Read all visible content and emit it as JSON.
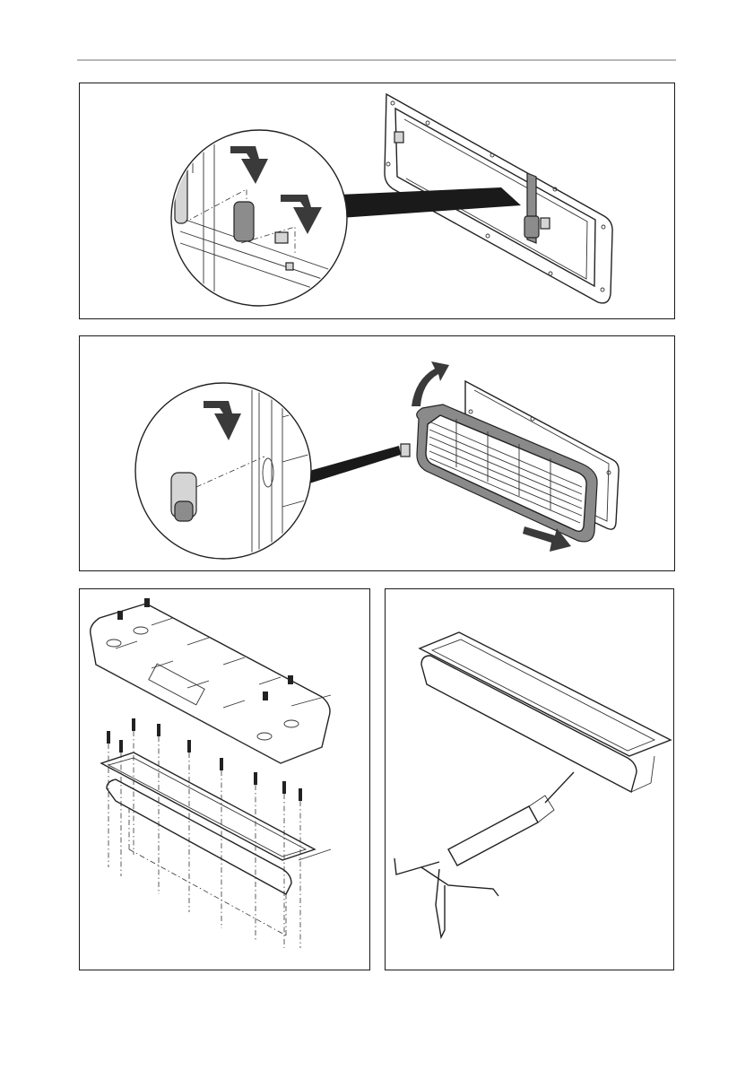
{
  "page": {
    "figures": [
      "step-hook-install",
      "step-grille-attach",
      "step-cover-screws",
      "step-sealant"
    ]
  },
  "colors": {
    "rule": "#b8b8b8",
    "line": "#222222",
    "grey_fill": "#d5d5d5",
    "dark_fill": "#8c8c8c",
    "arrow": "#3a3a3a"
  }
}
